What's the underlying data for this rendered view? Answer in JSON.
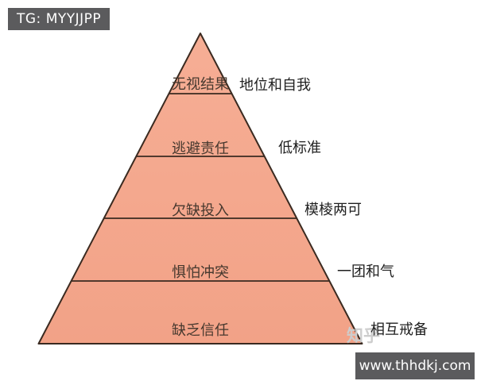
{
  "banners": {
    "top_left": "TG: MYYJJPP",
    "bottom_right": "www.thhdkj.com"
  },
  "watermark": "知乎",
  "pyramid": {
    "type": "pyramid-diagram",
    "levels_top_to_bottom": 5,
    "tiers": [
      {
        "label": "无视结果",
        "side_label": "地位和自我"
      },
      {
        "label": "逃避责任",
        "side_label": "低标准"
      },
      {
        "label": "欠缺投入",
        "side_label": "模棱两可"
      },
      {
        "label": "惧怕冲突",
        "side_label": "一团和气"
      },
      {
        "label": "缺乏信任",
        "side_label": "相互戒备"
      }
    ],
    "colors": {
      "fill": "#F4A78D",
      "stroke": "#3A2A20",
      "banner_bg": "#5B5B5D",
      "banner_text": "#FFFFFF"
    }
  }
}
